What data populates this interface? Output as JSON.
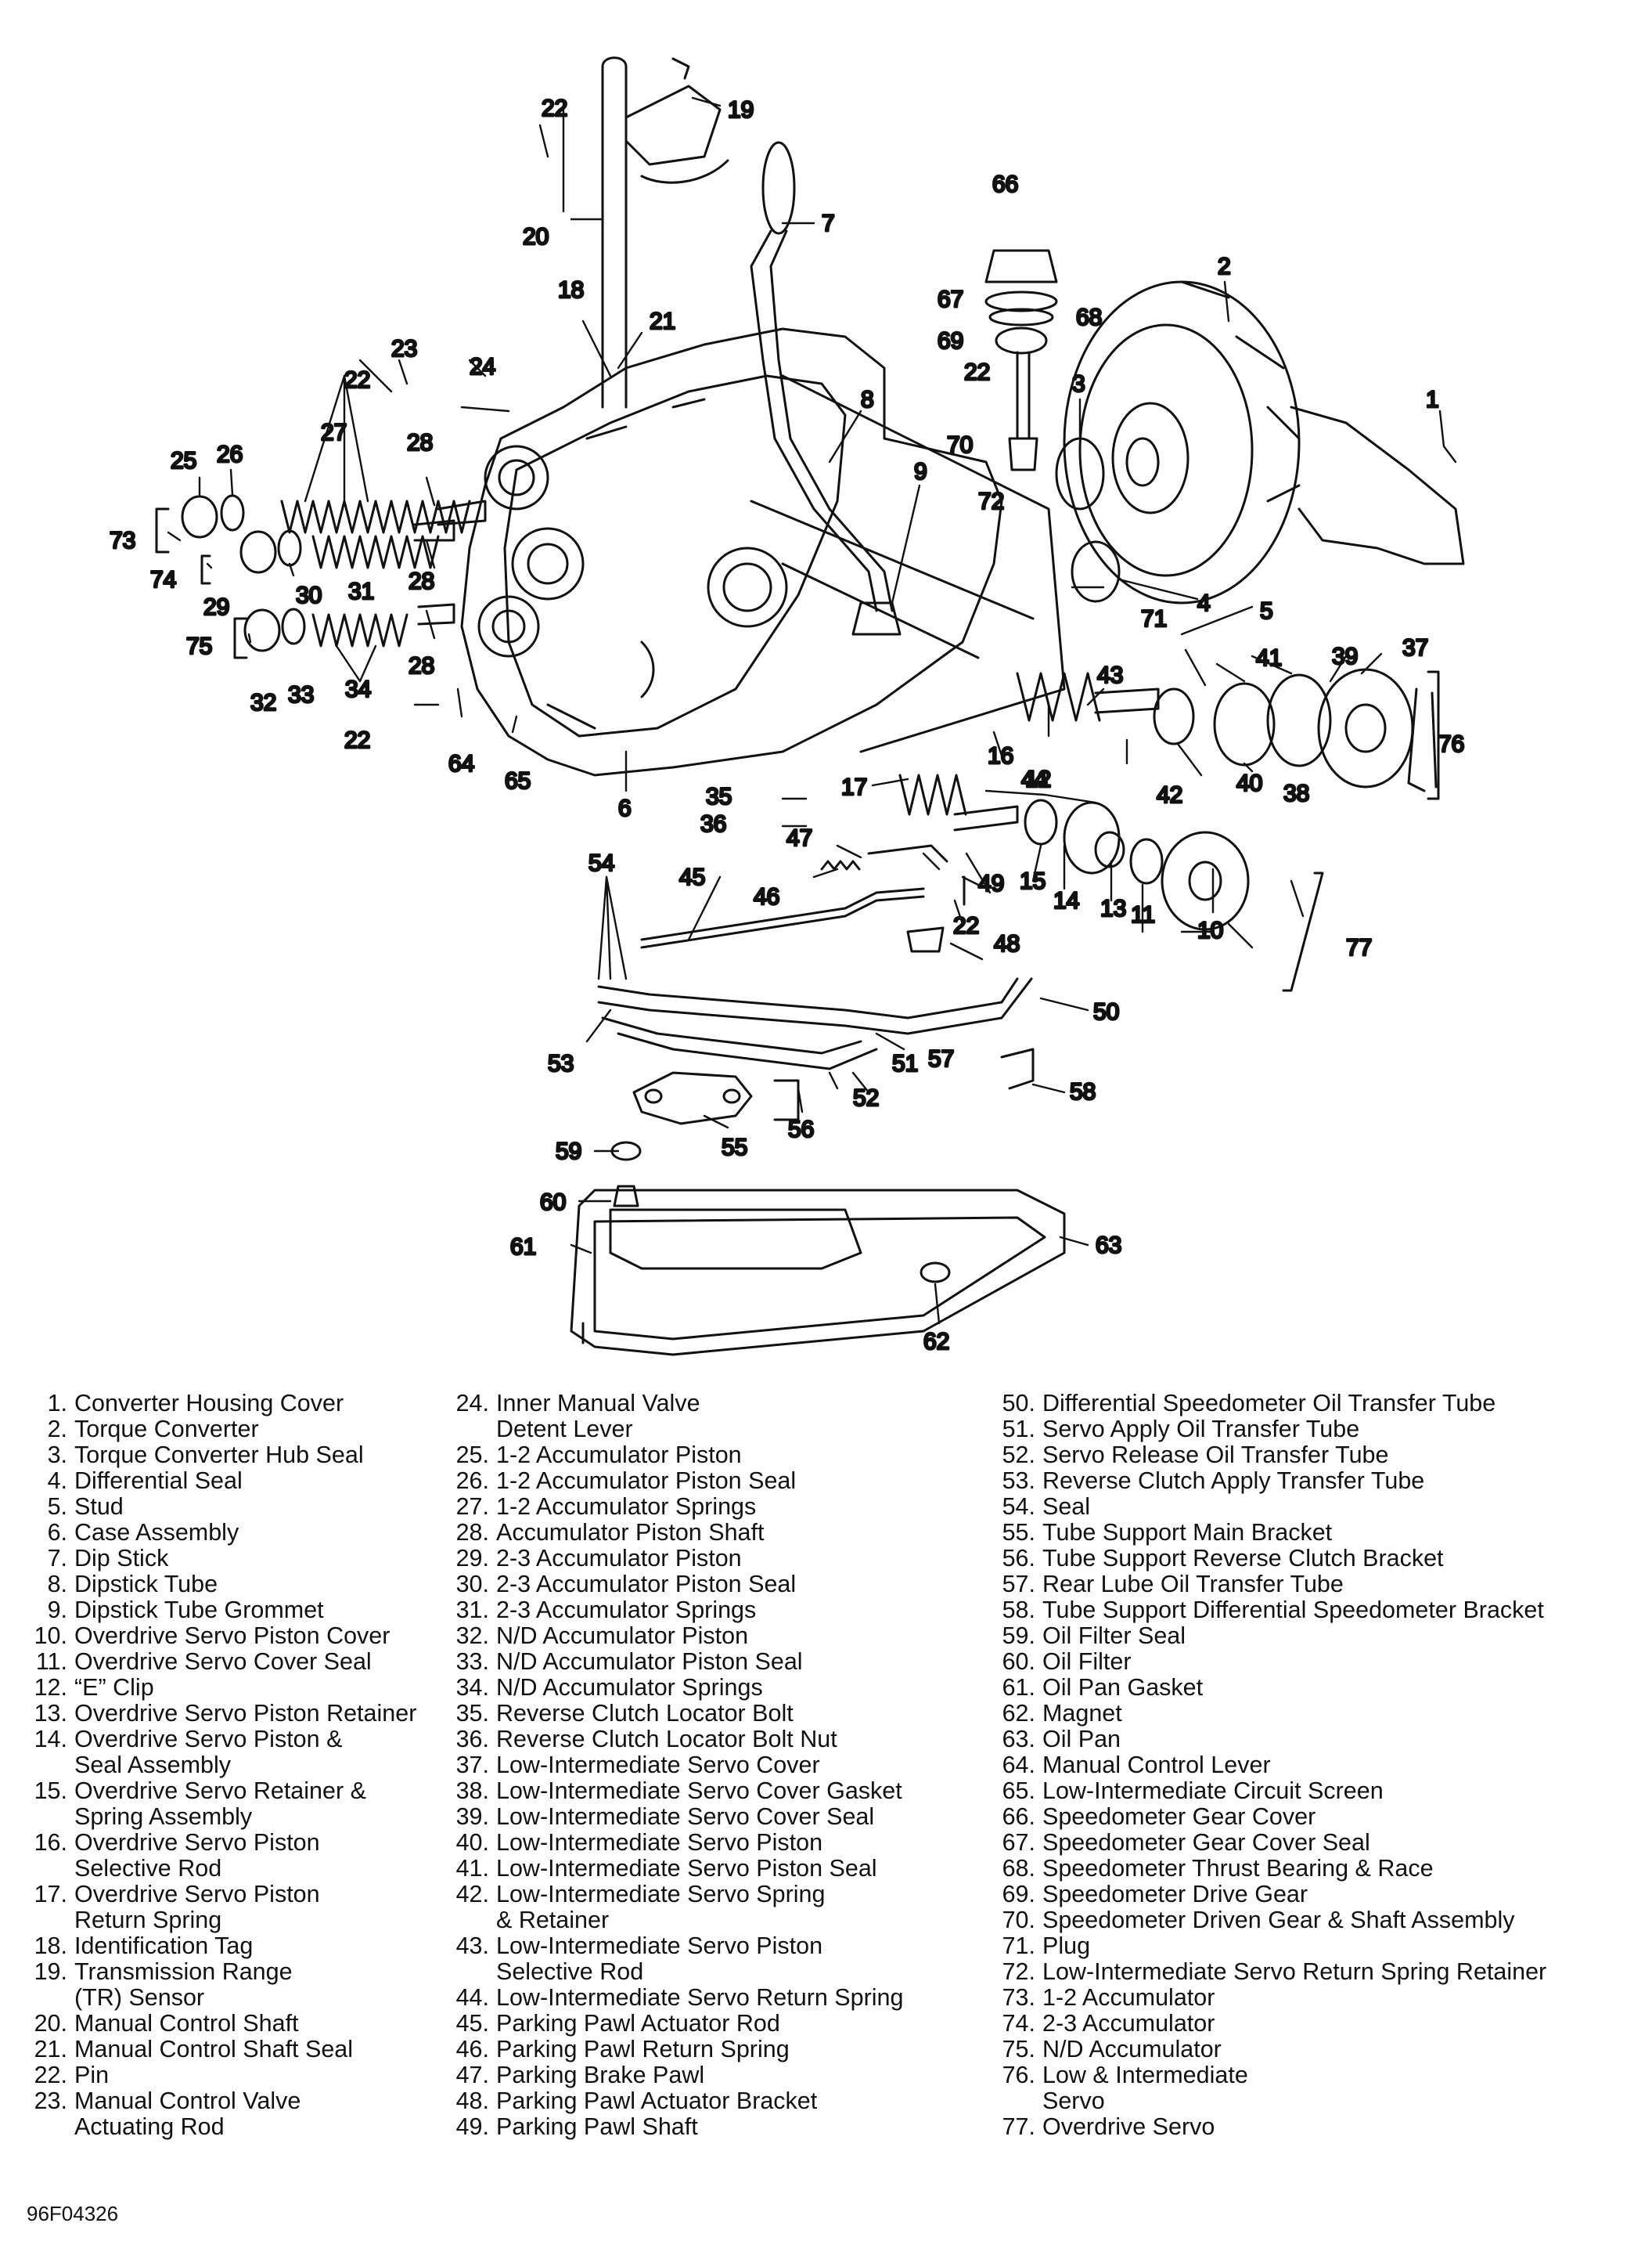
{
  "callouts": [
    "1",
    "2",
    "3",
    "4",
    "5",
    "6",
    "7",
    "8",
    "9",
    "10",
    "11",
    "12",
    "13",
    "14",
    "15",
    "16",
    "17",
    "18",
    "19",
    "20",
    "21",
    "22",
    "23",
    "24",
    "25",
    "26",
    "27",
    "28",
    "29",
    "30",
    "31",
    "32",
    "33",
    "34",
    "35",
    "36",
    "37",
    "38",
    "39",
    "40",
    "41",
    "42",
    "43",
    "44",
    "45",
    "46",
    "47",
    "48",
    "49",
    "50",
    "51",
    "52",
    "53",
    "54",
    "55",
    "56",
    "57",
    "58",
    "59",
    "60",
    "61",
    "62",
    "63",
    "64",
    "65",
    "66",
    "67",
    "68",
    "69",
    "70",
    "71",
    "72",
    "73",
    "74",
    "75",
    "76",
    "77"
  ],
  "legend": {
    "col1": [
      {
        "num": "1.",
        "lines": [
          "Converter Housing Cover"
        ]
      },
      {
        "num": "2.",
        "lines": [
          "Torque Converter"
        ]
      },
      {
        "num": "3.",
        "lines": [
          "Torque Converter Hub Seal"
        ]
      },
      {
        "num": "4.",
        "lines": [
          "Differential Seal"
        ]
      },
      {
        "num": "5.",
        "lines": [
          "Stud"
        ]
      },
      {
        "num": "6.",
        "lines": [
          "Case Assembly"
        ]
      },
      {
        "num": "7.",
        "lines": [
          "Dip Stick"
        ]
      },
      {
        "num": "8.",
        "lines": [
          "Dipstick Tube"
        ]
      },
      {
        "num": "9.",
        "lines": [
          "Dipstick Tube Grommet"
        ]
      },
      {
        "num": "10.",
        "lines": [
          "Overdrive Servo Piston Cover"
        ]
      },
      {
        "num": "11.",
        "lines": [
          "Overdrive Servo Cover Seal"
        ]
      },
      {
        "num": "12.",
        "lines": [
          "“E” Clip"
        ]
      },
      {
        "num": "13.",
        "lines": [
          "Overdrive Servo Piston Retainer"
        ]
      },
      {
        "num": "14.",
        "lines": [
          "Overdrive Servo Piston &",
          "Seal Assembly"
        ]
      },
      {
        "num": "15.",
        "lines": [
          "Overdrive Servo Retainer &",
          "Spring Assembly"
        ]
      },
      {
        "num": "16.",
        "lines": [
          "Overdrive Servo Piston",
          "Selective Rod"
        ]
      },
      {
        "num": "17.",
        "lines": [
          "Overdrive Servo Piston",
          "Return Spring"
        ]
      },
      {
        "num": "18.",
        "lines": [
          "Identification Tag"
        ]
      },
      {
        "num": "19.",
        "lines": [
          "Transmission Range",
          "(TR) Sensor"
        ]
      },
      {
        "num": "20.",
        "lines": [
          "Manual Control Shaft"
        ]
      },
      {
        "num": "21.",
        "lines": [
          "Manual Control Shaft Seal"
        ]
      },
      {
        "num": "22.",
        "lines": [
          "Pin"
        ]
      },
      {
        "num": "23.",
        "lines": [
          "Manual Control Valve",
          "Actuating Rod"
        ]
      }
    ],
    "col2": [
      {
        "num": "24.",
        "lines": [
          "Inner Manual Valve",
          "Detent Lever"
        ]
      },
      {
        "num": "25.",
        "lines": [
          "1-2 Accumulator Piston"
        ]
      },
      {
        "num": "26.",
        "lines": [
          "1-2 Accumulator Piston Seal"
        ]
      },
      {
        "num": "27.",
        "lines": [
          "1-2 Accumulator Springs"
        ]
      },
      {
        "num": "28.",
        "lines": [
          "Accumulator Piston Shaft"
        ]
      },
      {
        "num": "29.",
        "lines": [
          "2-3 Accumulator Piston"
        ]
      },
      {
        "num": "30.",
        "lines": [
          "2-3 Accumulator Piston Seal"
        ]
      },
      {
        "num": "31.",
        "lines": [
          "2-3 Accumulator Springs"
        ]
      },
      {
        "num": "32.",
        "lines": [
          "N/D Accumulator Piston"
        ]
      },
      {
        "num": "33.",
        "lines": [
          "N/D Accumulator Piston Seal"
        ]
      },
      {
        "num": "34.",
        "lines": [
          "N/D Accumulator Springs"
        ]
      },
      {
        "num": "35.",
        "lines": [
          "Reverse Clutch Locator Bolt"
        ]
      },
      {
        "num": "36.",
        "lines": [
          "Reverse Clutch Locator Bolt Nut"
        ]
      },
      {
        "num": "37.",
        "lines": [
          "Low-Intermediate Servo Cover"
        ]
      },
      {
        "num": "38.",
        "lines": [
          "Low-Intermediate Servo Cover Gasket"
        ]
      },
      {
        "num": "39.",
        "lines": [
          "Low-Intermediate Servo Cover Seal"
        ]
      },
      {
        "num": "40.",
        "lines": [
          "Low-Intermediate Servo Piston"
        ]
      },
      {
        "num": "41.",
        "lines": [
          "Low-Intermediate Servo Piston Seal"
        ]
      },
      {
        "num": "42.",
        "lines": [
          "Low-Intermediate Servo Spring",
          "& Retainer"
        ]
      },
      {
        "num": "43.",
        "lines": [
          "Low-Intermediate Servo Piston",
          "Selective Rod"
        ]
      },
      {
        "num": "44.",
        "lines": [
          "Low-Intermediate Servo Return Spring"
        ]
      },
      {
        "num": "45.",
        "lines": [
          "Parking Pawl Actuator Rod"
        ]
      },
      {
        "num": "46.",
        "lines": [
          "Parking Pawl Return Spring"
        ]
      },
      {
        "num": "47.",
        "lines": [
          "Parking Brake Pawl"
        ]
      },
      {
        "num": "48.",
        "lines": [
          "Parking Pawl Actuator Bracket"
        ]
      },
      {
        "num": "49.",
        "lines": [
          "Parking Pawl Shaft"
        ]
      }
    ],
    "col3": [
      {
        "num": "50.",
        "lines": [
          "Differential Speedometer Oil Transfer Tube"
        ]
      },
      {
        "num": "51.",
        "lines": [
          "Servo Apply Oil Transfer Tube"
        ]
      },
      {
        "num": "52.",
        "lines": [
          "Servo Release Oil Transfer Tube"
        ]
      },
      {
        "num": "53.",
        "lines": [
          "Reverse Clutch Apply Transfer Tube"
        ]
      },
      {
        "num": "54.",
        "lines": [
          "Seal"
        ]
      },
      {
        "num": "55.",
        "lines": [
          "Tube Support Main Bracket"
        ]
      },
      {
        "num": "56.",
        "lines": [
          "Tube Support Reverse Clutch Bracket"
        ]
      },
      {
        "num": "57.",
        "lines": [
          "Rear Lube Oil Transfer Tube"
        ]
      },
      {
        "num": "58.",
        "lines": [
          "Tube Support Differential Speedometer Bracket"
        ]
      },
      {
        "num": "59.",
        "lines": [
          "Oil Filter Seal"
        ]
      },
      {
        "num": "60.",
        "lines": [
          "Oil Filter"
        ]
      },
      {
        "num": "61.",
        "lines": [
          "Oil Pan Gasket"
        ]
      },
      {
        "num": "62.",
        "lines": [
          "Magnet"
        ]
      },
      {
        "num": "63.",
        "lines": [
          "Oil Pan"
        ]
      },
      {
        "num": "64.",
        "lines": [
          "Manual Control Lever"
        ]
      },
      {
        "num": "65.",
        "lines": [
          "Low-Intermediate Circuit Screen"
        ]
      },
      {
        "num": "66.",
        "lines": [
          "Speedometer Gear Cover"
        ]
      },
      {
        "num": "67.",
        "lines": [
          "Speedometer Gear Cover Seal"
        ]
      },
      {
        "num": "68.",
        "lines": [
          "Speedometer Thrust Bearing & Race"
        ]
      },
      {
        "num": "69.",
        "lines": [
          "Speedometer Drive Gear"
        ]
      },
      {
        "num": "70.",
        "lines": [
          "Speedometer Driven Gear & Shaft Assembly"
        ]
      },
      {
        "num": "71.",
        "lines": [
          "Plug"
        ]
      },
      {
        "num": "72.",
        "lines": [
          "Low-Intermediate Servo Return Spring Retainer"
        ]
      },
      {
        "num": "73.",
        "lines": [
          "1-2 Accumulator"
        ]
      },
      {
        "num": "74.",
        "lines": [
          "2-3 Accumulator"
        ]
      },
      {
        "num": "75.",
        "lines": [
          "N/D Accumulator"
        ]
      },
      {
        "num": "76.",
        "lines": [
          "Low & Intermediate",
          "Servo"
        ]
      },
      {
        "num": "77.",
        "lines": [
          "Overdrive Servo"
        ]
      }
    ]
  },
  "figure_code": "96F04326"
}
